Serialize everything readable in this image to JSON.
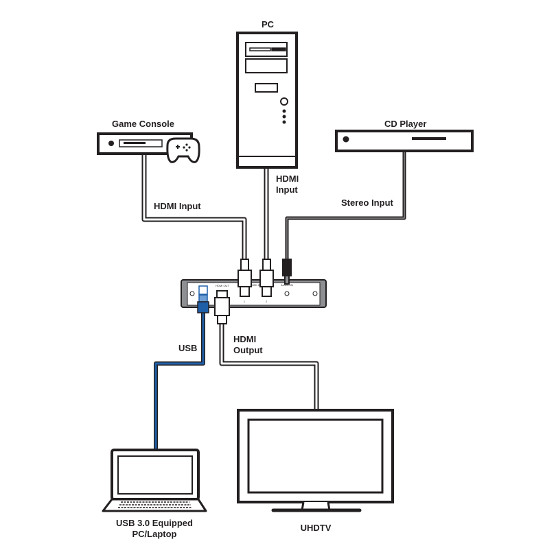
{
  "devices": {
    "pc": "PC",
    "game_console": "Game Console",
    "cd_player": "CD Player",
    "uhdtv": "UHDTV",
    "laptop": "USB 3.0 Equipped PC/Laptop"
  },
  "connections": {
    "game_console_cable": "HDMI Input",
    "pc_cable": "HDMI Input",
    "cd_player_cable": "Stereo Input",
    "laptop_cable": "USB",
    "tv_cable": "HDMI Output"
  },
  "hub_ports": {
    "hdmi_out": "HDMI OUT",
    "hdmi_in": "HDMI IN",
    "audio_in": "AUDIO IN",
    "port_1": "1",
    "port_2": "2"
  },
  "colors": {
    "line": "#231f20",
    "usb_cable": "#1f5fa8",
    "device_fill": "#ffffff"
  }
}
